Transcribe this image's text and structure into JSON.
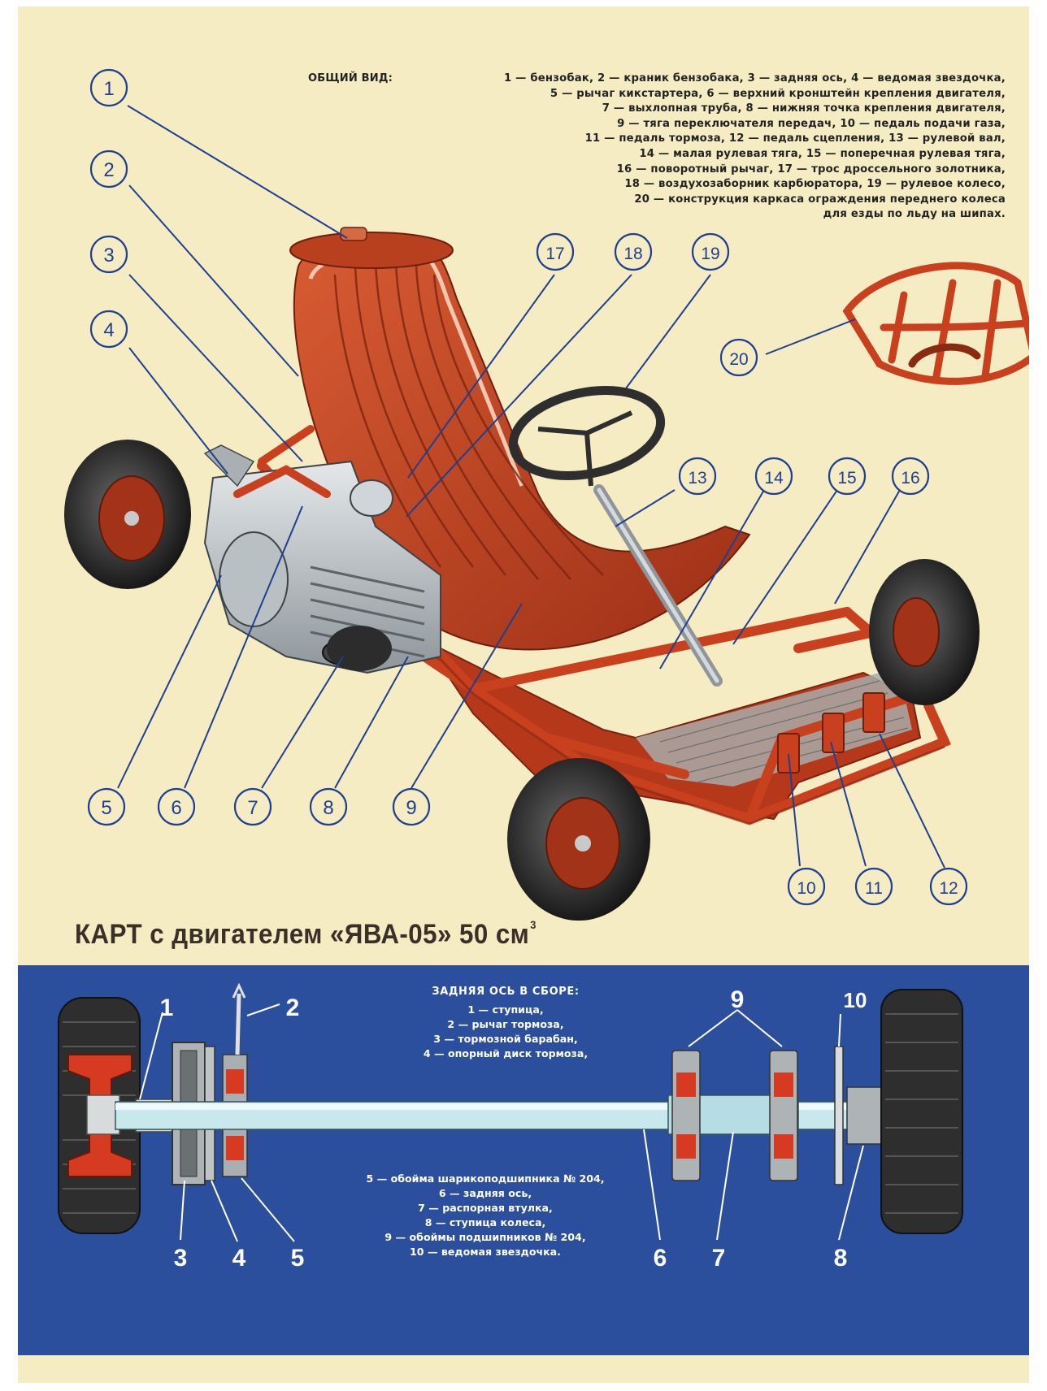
{
  "kart": {
    "legend": {
      "heading": "ОБЩИЙ ВИД:",
      "lines": [
        "1 — бензобак, 2 — краник бензобака, 3 — задняя ось, 4 — ведомая звездочка,",
        "5 — рычаг кикстартера, 6 — верхний кронштейн крепления двигателя,",
        "7 — выхлопная труба, 8 — нижняя точка крепления двигателя,",
        "9 — тяга переключателя передач, 10 — педаль подачи газа,",
        "11 — педаль тормоза, 12 — педаль сцепления, 13 — рулевой вал,",
        "14 — малая рулевая тяга, 15 — поперечная рулевая тяга,",
        "16 — поворотный рычаг, 17 — трос дроссельного золотника,",
        "18 — воздухозаборник карбюратора, 19 — рулевое колесо,",
        "20 — конструкция каркаса ограждения переднего колеса",
        "для езды по льду на шипах."
      ]
    },
    "callouts": [
      "1",
      "2",
      "3",
      "4",
      "5",
      "6",
      "7",
      "8",
      "9",
      "10",
      "11",
      "12",
      "13",
      "14",
      "15",
      "16",
      "17",
      "18",
      "19",
      "20"
    ],
    "title_main": "КАРТ с двигателем «ЯВА-05» 50 см",
    "title_sup": "3"
  },
  "axle": {
    "heading": "ЗАДНЯЯ ОСЬ В СБОРЕ:",
    "legend_upper": [
      "1 — ступица,",
      "2 — рычаг тормоза,",
      "3 — тормозной барабан,",
      "4 — опорный диск тормоза,"
    ],
    "legend_lower": [
      "5 — обойма шарикоподшипника № 204,",
      "6 — задняя ось,",
      "7 — распорная втулка,",
      "8 — ступица колеса,",
      "9 — обоймы подшипников № 204,",
      "10 — ведомая звездочка."
    ],
    "callouts": [
      "1",
      "2",
      "3",
      "4",
      "5",
      "6",
      "7",
      "8",
      "9",
      "10"
    ]
  },
  "colors": {
    "paper": "#f6ecc4",
    "frame_red": "#c8401e",
    "callout_blue": "#1f3f8f",
    "panel_blue": "#2b4f9c",
    "axle_shaft": "#c8e8ee"
  }
}
